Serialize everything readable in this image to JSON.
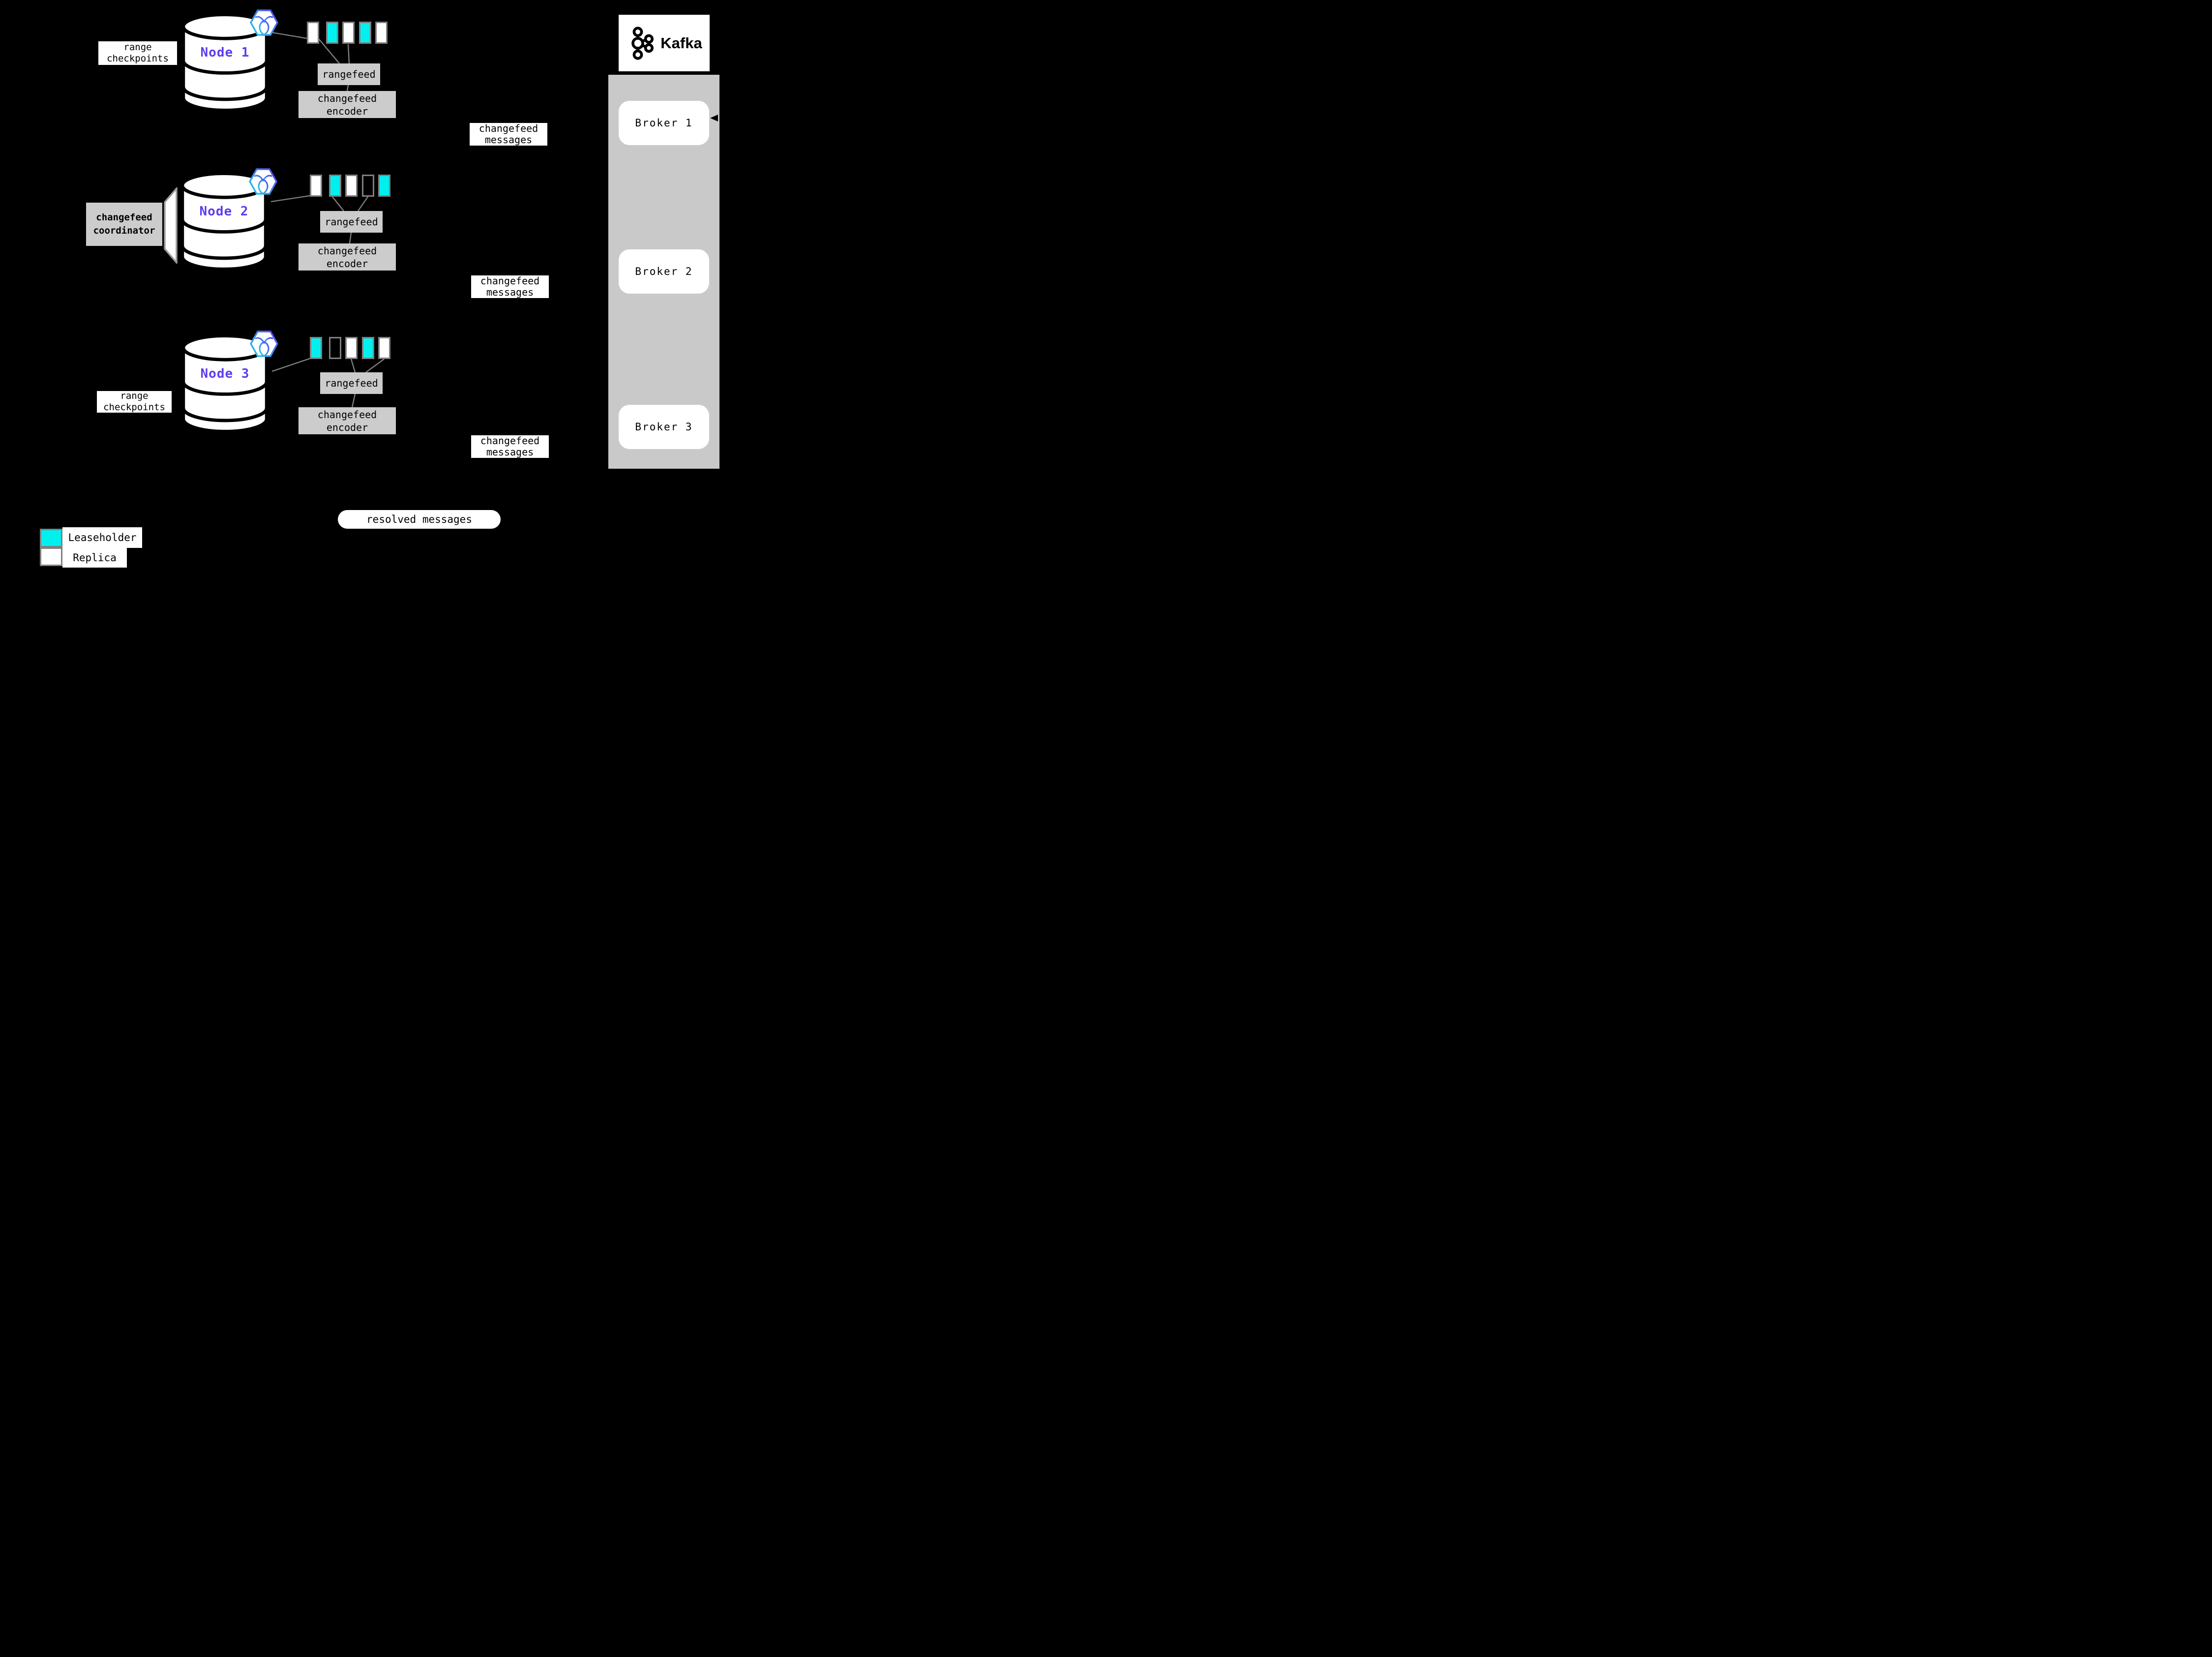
{
  "nodes": [
    {
      "name": "Node 1",
      "ranges": [
        "replica",
        "leaseholder",
        "replica",
        "leaseholder",
        "replica"
      ],
      "rangefeed": "rangefeed",
      "encoder": "changefeed encoder",
      "messages": "changefeed messages",
      "checkpoint_label": "range checkpoints"
    },
    {
      "name": "Node 2",
      "ranges": [
        "replica",
        "leaseholder",
        "replica",
        "empty",
        "leaseholder"
      ],
      "rangefeed": "rangefeed",
      "encoder": "changefeed encoder",
      "messages": "changefeed messages",
      "coordinator_label": "changefeed coordinator"
    },
    {
      "name": "Node 3",
      "ranges": [
        "leaseholder",
        "empty",
        "replica",
        "leaseholder",
        "replica"
      ],
      "rangefeed": "rangefeed",
      "encoder": "changefeed encoder",
      "messages": "changefeed messages",
      "checkpoint_label": "range checkpoints"
    }
  ],
  "kafka": {
    "brand": "Kafka",
    "brokers": [
      "Broker 1",
      "Broker 2",
      "Broker 3"
    ]
  },
  "resolved_messages": "resolved messages",
  "legend": {
    "leaseholder": "Leaseholder",
    "replica": "Replica"
  },
  "colors": {
    "background": "#000000",
    "leaseholder_fill": "#00f0f0",
    "replica_fill": "#ffffff",
    "gray_box": "#cccccc",
    "kafka_panel": "#c9c9c9",
    "node_label_purple": "#5f3bf0",
    "connector_gray": "#7f7f7f"
  },
  "icons": {
    "cockroachdb": "cockroachdb-logo-icon",
    "kafka": "kafka-icon"
  }
}
